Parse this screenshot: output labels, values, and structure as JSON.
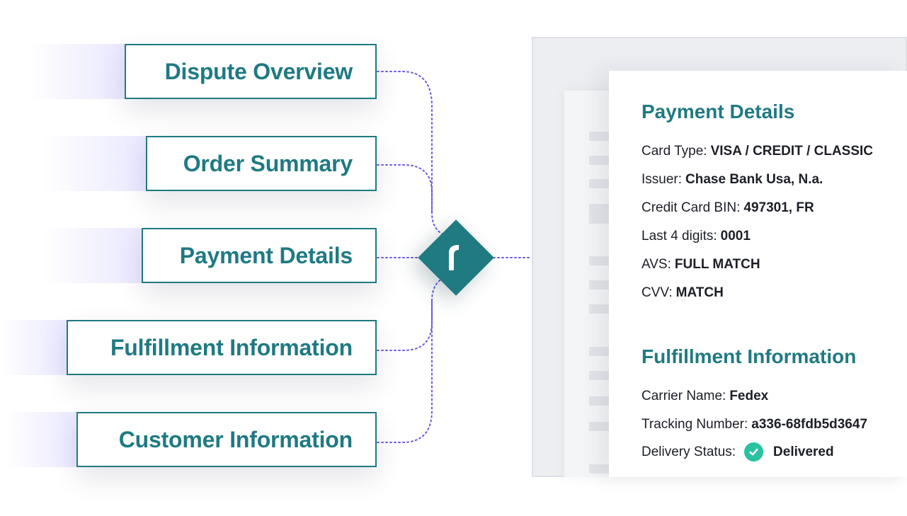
{
  "sections": [
    {
      "label": "Dispute Overview"
    },
    {
      "label": "Order Summary"
    },
    {
      "label": "Payment Details"
    },
    {
      "label": "Fulfillment Information"
    },
    {
      "label": "Customer Information"
    }
  ],
  "hub": {
    "icon": "brand-logo-icon"
  },
  "document": {
    "payment": {
      "heading": "Payment Details",
      "fields": [
        {
          "label": "Card Type:",
          "value": "VISA / CREDIT / CLASSIC"
        },
        {
          "label": "Issuer:",
          "value": "Chase Bank Usa, N.a."
        },
        {
          "label": "Credit Card BIN:",
          "value": "497301, FR"
        },
        {
          "label": "Last 4 digits:",
          "value": "0001"
        },
        {
          "label": "AVS:",
          "value": "FULL MATCH"
        },
        {
          "label": "CVV:",
          "value": "MATCH"
        }
      ]
    },
    "fulfillment": {
      "heading": "Fulfillment Information",
      "carrier": {
        "label": "Carrier Name:",
        "value": "Fedex"
      },
      "tracking": {
        "label": "Tracking Number:",
        "value": "a336-68fdb5d3647"
      },
      "status": {
        "label": "Delivery Status:",
        "value": "Delivered",
        "icon": "check-circle-icon"
      }
    }
  },
  "colors": {
    "brand_teal": "#1f7a82",
    "connector_purple": "#6a5ae0",
    "success_green": "#2ac2a1"
  }
}
